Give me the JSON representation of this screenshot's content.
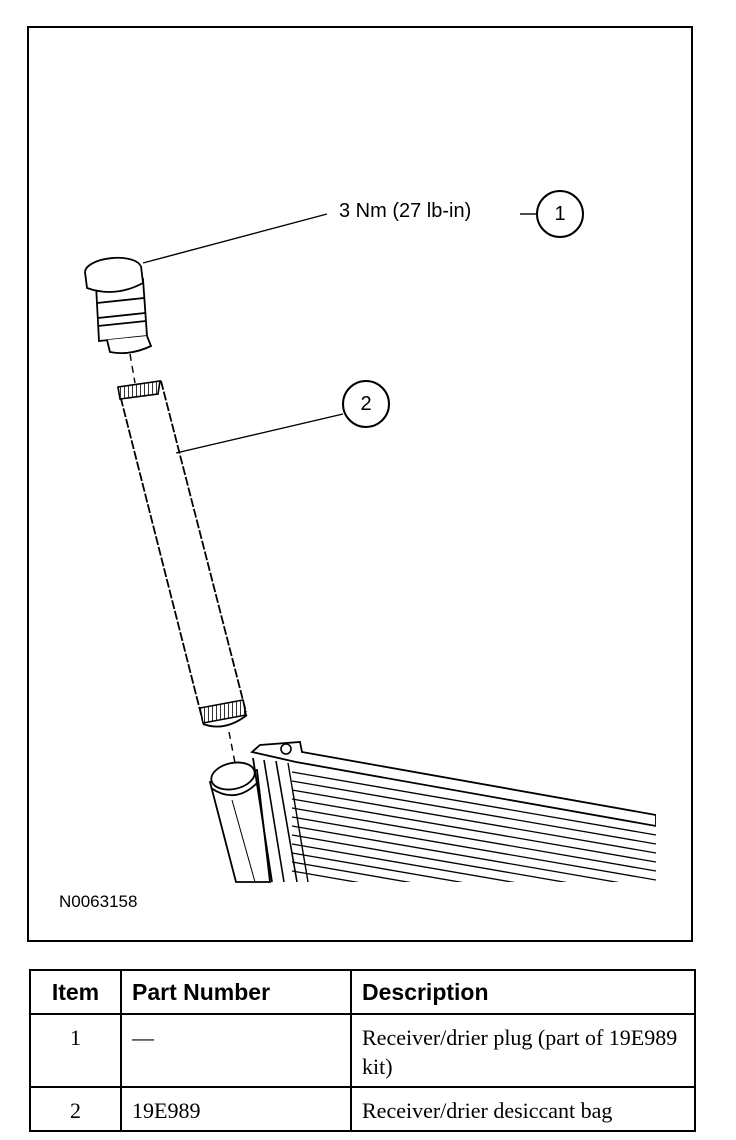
{
  "figure": {
    "torque_spec": "3 Nm (27 lb-in)",
    "figure_id": "N0063158",
    "callouts": [
      "1",
      "2"
    ]
  },
  "table": {
    "headers": {
      "item": "Item",
      "part_number": "Part Number",
      "description": "Description"
    },
    "rows": [
      {
        "item": "1",
        "part_number": "—",
        "description": "Receiver/drier plug (part of 19E989 kit)"
      },
      {
        "item": "2",
        "part_number": "19E989",
        "description": "Receiver/drier desiccant bag"
      }
    ]
  }
}
